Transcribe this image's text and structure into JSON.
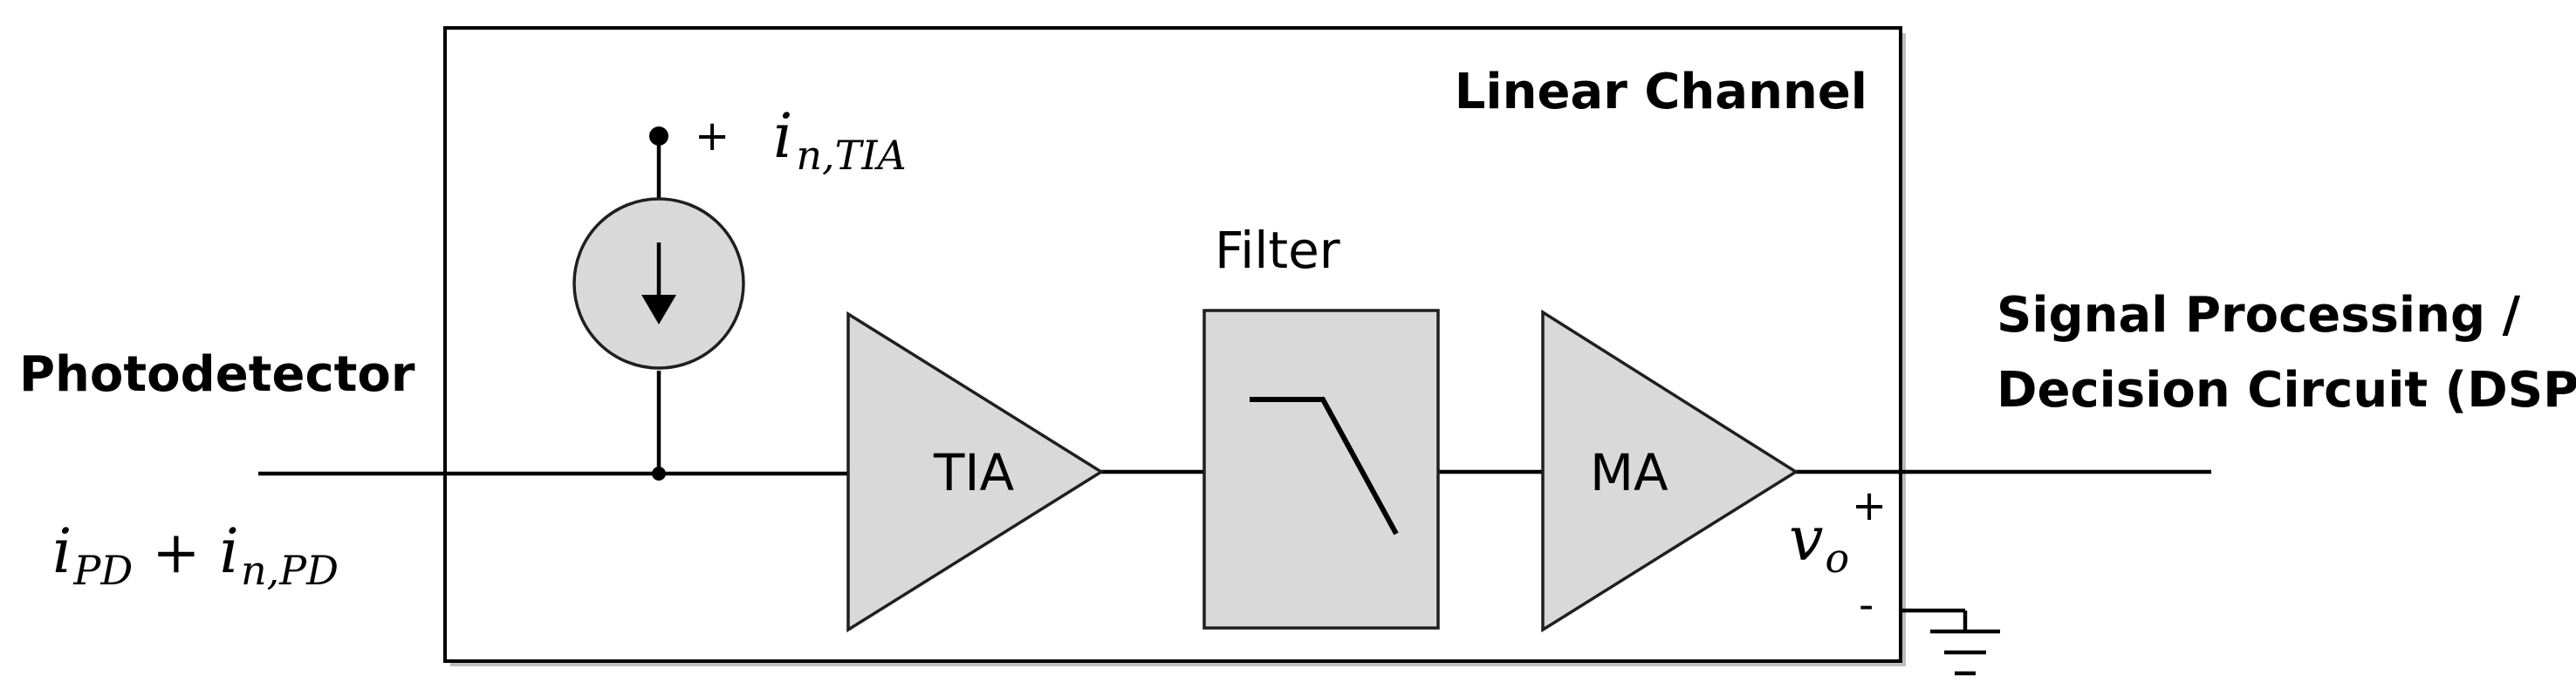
{
  "labels": {
    "channel": "Linear Channel",
    "photodetector": "Photodetector",
    "output_line1": "Signal Processing /",
    "output_line2": "Decision Circuit (DSP)",
    "filter": "Filter",
    "tia": "TIA",
    "ma": "MA",
    "plus_noise_source": "+",
    "plus_output": "+",
    "minus_output": "-"
  },
  "math": {
    "noise_tia": {
      "base": "i",
      "subscript": "n,TIA"
    },
    "input_current": {
      "term1_base": "i",
      "term1_sub": "PD",
      "operator": "+",
      "term2_base": "i",
      "term2_sub": "n,PD"
    },
    "output_voltage": {
      "base": "v",
      "subscript": "o"
    }
  },
  "colors": {
    "block_fill": "#d9d9d9",
    "line": "#000000",
    "background": "#ffffff"
  }
}
